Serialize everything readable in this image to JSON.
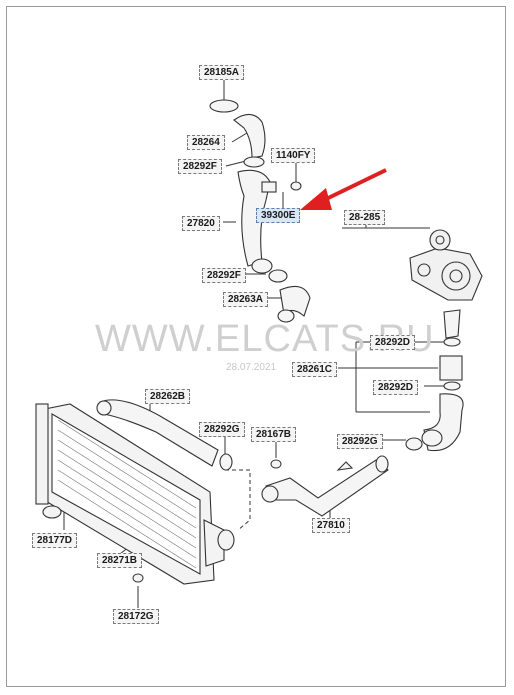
{
  "watermark": {
    "text": "WWW.ELCATS.RU",
    "date": "28.07.2021"
  },
  "parts": [
    {
      "id": "28185A"
    },
    {
      "id": "28264"
    },
    {
      "id": "28292F"
    },
    {
      "id": "1140FY"
    },
    {
      "id": "39300E",
      "highlight": true
    },
    {
      "id": "27820"
    },
    {
      "id": "28-285"
    },
    {
      "id": "28292F"
    },
    {
      "id": "28263A"
    },
    {
      "id": "28292D"
    },
    {
      "id": "28261C"
    },
    {
      "id": "28292D"
    },
    {
      "id": "28262B"
    },
    {
      "id": "28292G"
    },
    {
      "id": "28167B"
    },
    {
      "id": "28292G"
    },
    {
      "id": "28177D"
    },
    {
      "id": "27810"
    },
    {
      "id": "28271B"
    },
    {
      "id": "28172G"
    }
  ],
  "colors": {
    "arrow": "#e02020",
    "line": "#333333",
    "label_bg": "#f4f4f4",
    "highlight_bg": "#d8e7f5"
  }
}
